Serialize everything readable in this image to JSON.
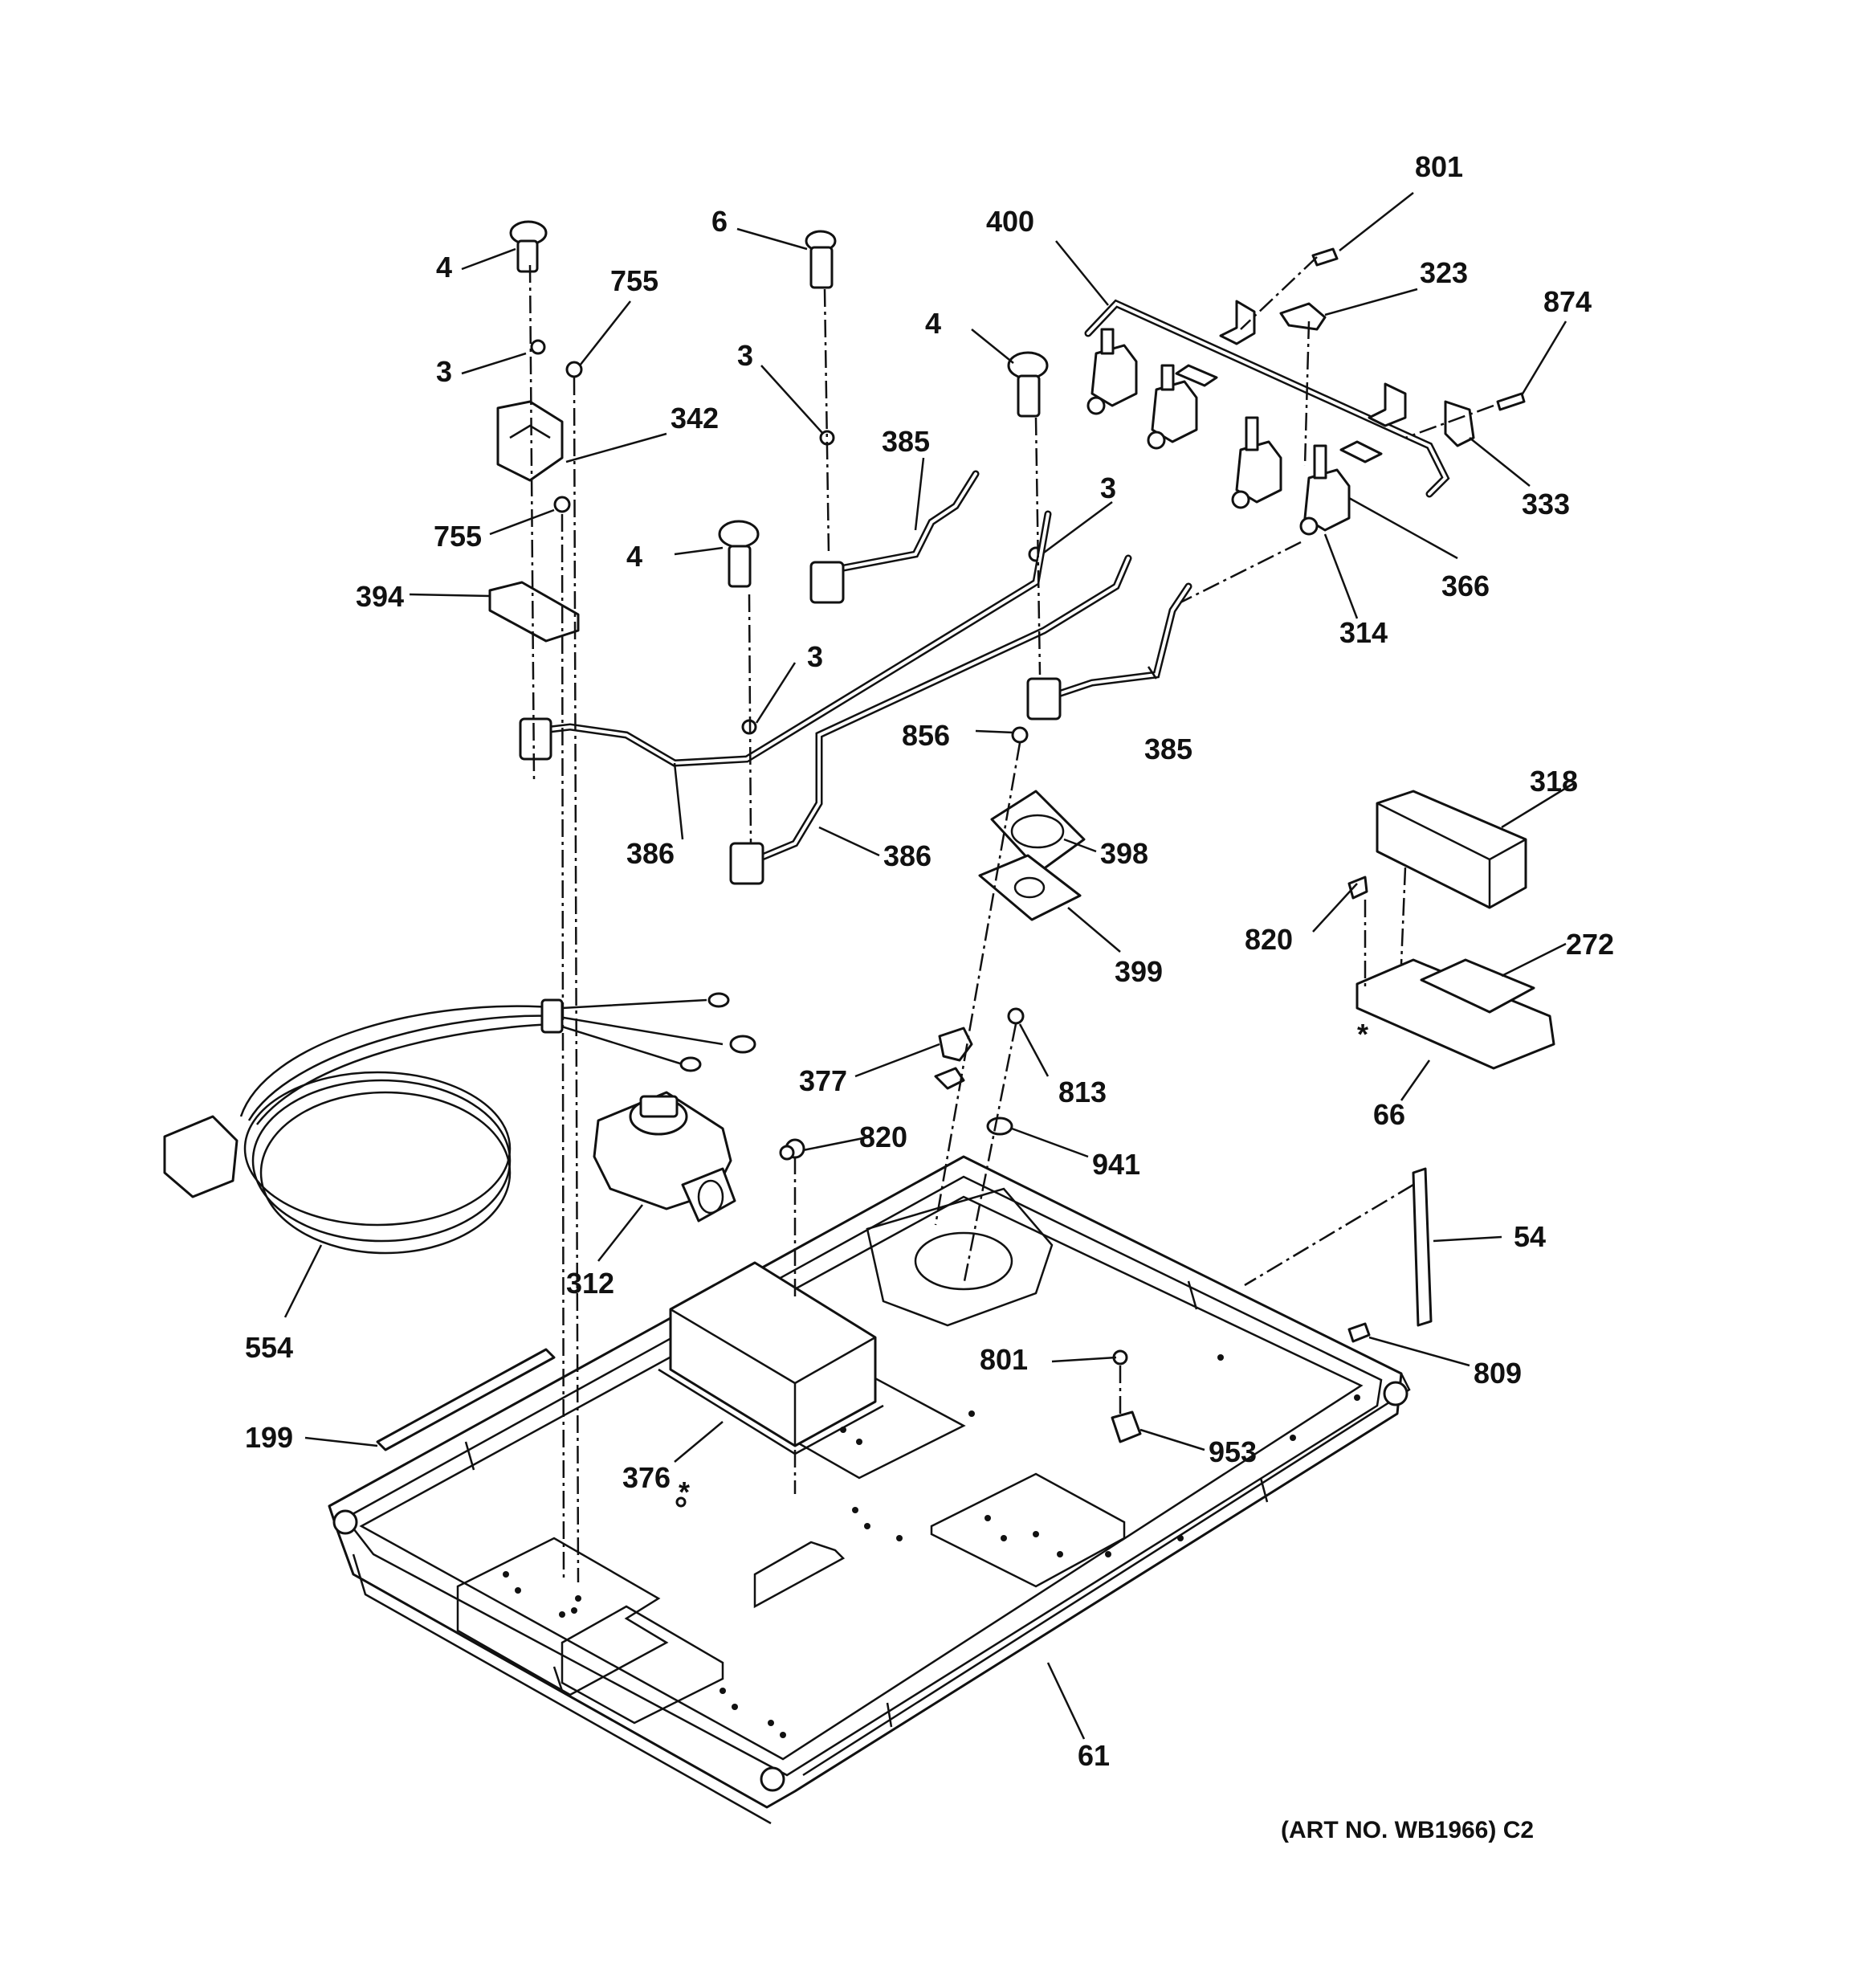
{
  "art_number": "(ART NO. WB1966) C2",
  "callouts": [
    "801",
    "400",
    "6",
    "4",
    "755",
    "323",
    "874",
    "3",
    "342",
    "4",
    "3",
    "385",
    "333",
    "755",
    "3",
    "366",
    "4",
    "394",
    "3",
    "314",
    "856",
    "385",
    "318",
    "398",
    "386",
    "386",
    "820",
    "272",
    "399",
    "377",
    "813",
    "66",
    "820",
    "941",
    "54",
    "312",
    "554",
    "801",
    "809",
    "199",
    "953",
    "376",
    "61"
  ],
  "asterisks": [
    "*",
    "*"
  ]
}
